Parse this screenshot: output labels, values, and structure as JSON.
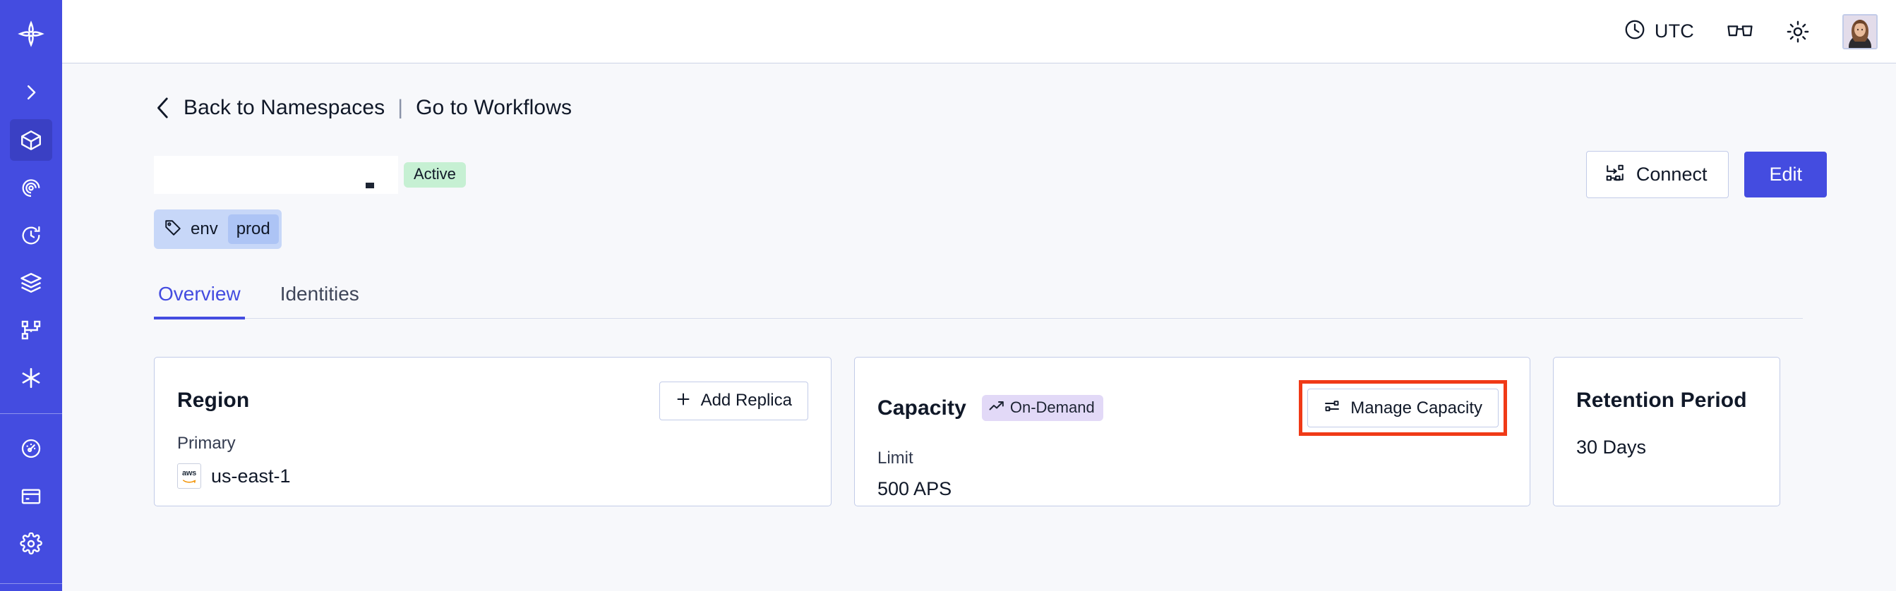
{
  "theme": {
    "sidebar_bg": "#444ce0",
    "page_bg": "#f7f8fb",
    "accent": "#444ce0",
    "highlight_red": "#f03a17",
    "badge_active_bg": "#c6f0d3",
    "badge_ondemand_bg": "#e2d9f7",
    "tag_bg": "#c7d7f8",
    "tag_value_bg": "#adc4f5",
    "card_border": "#c2cbe8"
  },
  "sidebar": {
    "logo": {
      "icon": "temporal-logo-icon",
      "name": "temporal-logo"
    },
    "items": [
      {
        "icon": "chevron-right-icon",
        "name": "expand-sidebar",
        "active": false
      },
      {
        "icon": "cube-icon",
        "name": "namespaces",
        "active": true
      },
      {
        "icon": "eye-spiral-icon",
        "name": "observability",
        "active": false
      },
      {
        "icon": "clock-rewind-icon",
        "name": "schedules",
        "active": false
      },
      {
        "icon": "layers-icon",
        "name": "workflows",
        "active": false
      },
      {
        "icon": "git-branch-icon",
        "name": "task-queues",
        "active": false
      },
      {
        "icon": "asterisk-icon",
        "name": "nexus",
        "active": false
      }
    ],
    "items_lower": [
      {
        "icon": "gauge-icon",
        "name": "usage"
      },
      {
        "icon": "credit-card-icon",
        "name": "billing"
      },
      {
        "icon": "gear-icon",
        "name": "settings"
      }
    ]
  },
  "topbar": {
    "timezone_label": "UTC",
    "timezone_icon": "clock-icon",
    "glasses_icon": "reading-glasses-icon",
    "theme_icon": "sun-icon",
    "avatar_name": "user-avatar"
  },
  "breadcrumb": {
    "back_icon": "chevron-left-icon",
    "back_label": "Back to Namespaces",
    "separator": "|",
    "forward_label": "Go to Workflows"
  },
  "header": {
    "title": "",
    "title_redacted": true,
    "status_badge": "Active",
    "connect_label": "Connect",
    "connect_icon": "connect-flow-icon",
    "edit_label": "Edit"
  },
  "tags": [
    {
      "icon": "tag-icon",
      "key": "env",
      "value": "prod"
    }
  ],
  "tabs": [
    {
      "label": "Overview",
      "selected": true
    },
    {
      "label": "Identities",
      "selected": false
    }
  ],
  "cards": {
    "region": {
      "title": "Region",
      "action_label": "Add Replica",
      "action_icon": "plus-icon",
      "sub_label": "Primary",
      "provider_icon": "aws-logo-icon",
      "value": "us-east-1"
    },
    "capacity": {
      "title": "Capacity",
      "badge_label": "On-Demand",
      "badge_icon": "trend-up-icon",
      "action_label": "Manage Capacity",
      "action_icon": "sliders-icon",
      "action_highlighted": true,
      "sub_label": "Limit",
      "value": "500 APS"
    },
    "retention": {
      "title": "Retention Period",
      "value": "30 Days"
    }
  }
}
